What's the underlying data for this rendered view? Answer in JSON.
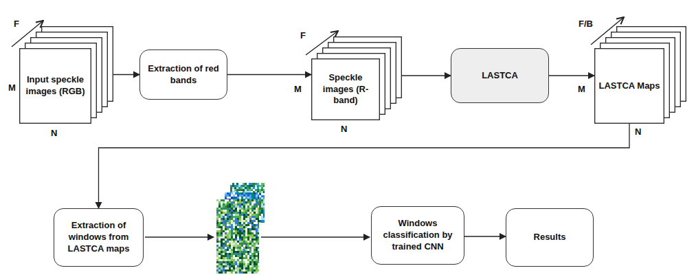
{
  "diagram": {
    "nodes": [
      {
        "text": [
          "Input speckle images (RGB)"
        ]
      },
      {
        "text": [
          "Extraction of red bands"
        ]
      },
      {
        "text": [
          "Speckle images (R-band)"
        ]
      },
      {
        "text": [
          "LASTCA"
        ]
      },
      {
        "text": [
          "LASTCA Maps"
        ]
      },
      {
        "text": [
          "Extraction of windows from LASTCA maps"
        ]
      },
      {
        "text": [
          "Windows classification by trained CNN"
        ]
      },
      {
        "text": [
          "Results"
        ]
      }
    ],
    "edges": [
      {
        "from": 0,
        "to": 1,
        "arrow": "to"
      },
      {
        "from": 1,
        "to": 2,
        "arrow": "to"
      },
      {
        "from": 2,
        "to": 3,
        "arrow": "to"
      },
      {
        "from": 3,
        "to": 4,
        "arrow": "to"
      },
      {
        "from": 4,
        "to": 5,
        "arrow": "to"
      },
      {
        "from": 6,
        "to": 7,
        "arrow": "to"
      }
    ],
    "labels": [
      "F",
      "M",
      "N",
      "F",
      "M",
      "N",
      "F/B",
      "M",
      "N"
    ]
  }
}
